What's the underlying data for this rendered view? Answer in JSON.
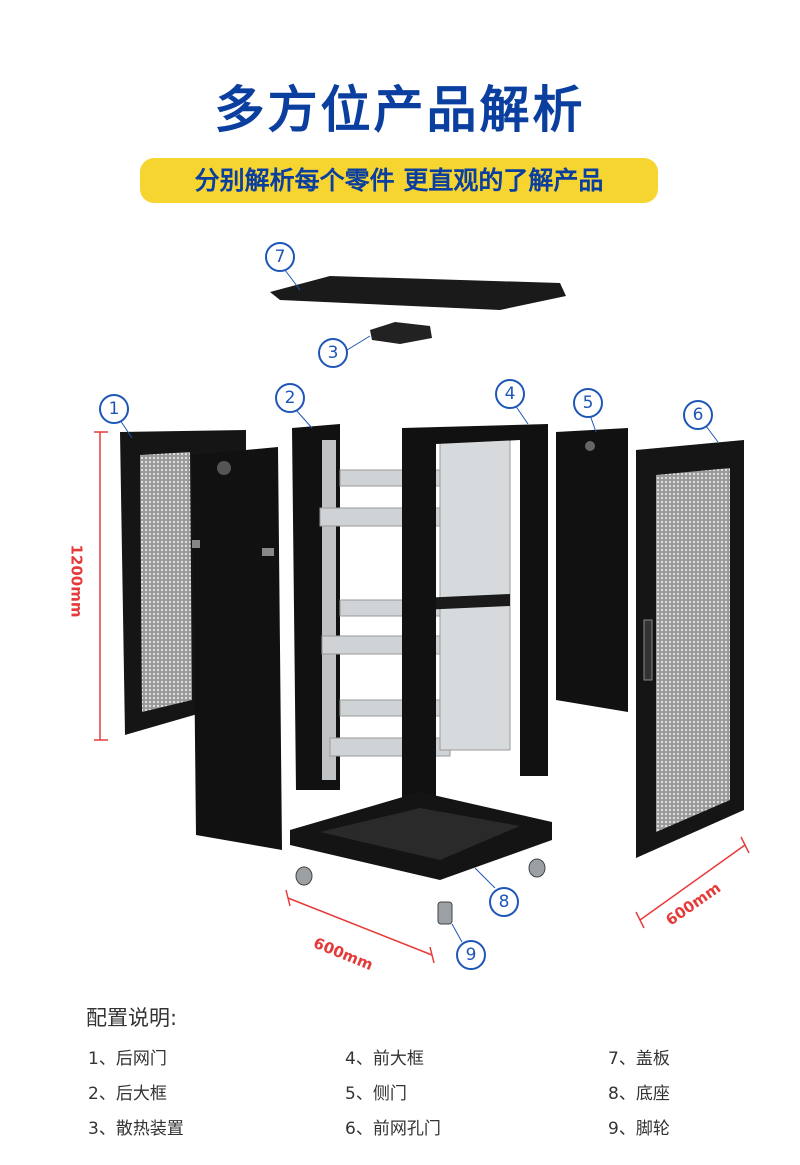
{
  "header": {
    "title": "多方位产品解析",
    "subtitle": "分别解析每个零件 更直观的了解产品"
  },
  "callouts": [
    "1",
    "2",
    "3",
    "4",
    "5",
    "6",
    "7",
    "8",
    "9"
  ],
  "dimensions": {
    "height": "1200mm",
    "width": "600mm",
    "depth": "600mm"
  },
  "legend": {
    "title": "配置说明:",
    "items": [
      "1、后网门",
      "2、后大框",
      "3、散热装置",
      "4、前大框",
      "5、侧门",
      "6、前网孔门",
      "7、盖板",
      "8、底座",
      "9、脚轮"
    ]
  },
  "colors": {
    "title": "#0b3f9f",
    "subtitle_bg": "#f7d531",
    "callout": "#1e56b8",
    "dimension": "#e53a3a"
  }
}
